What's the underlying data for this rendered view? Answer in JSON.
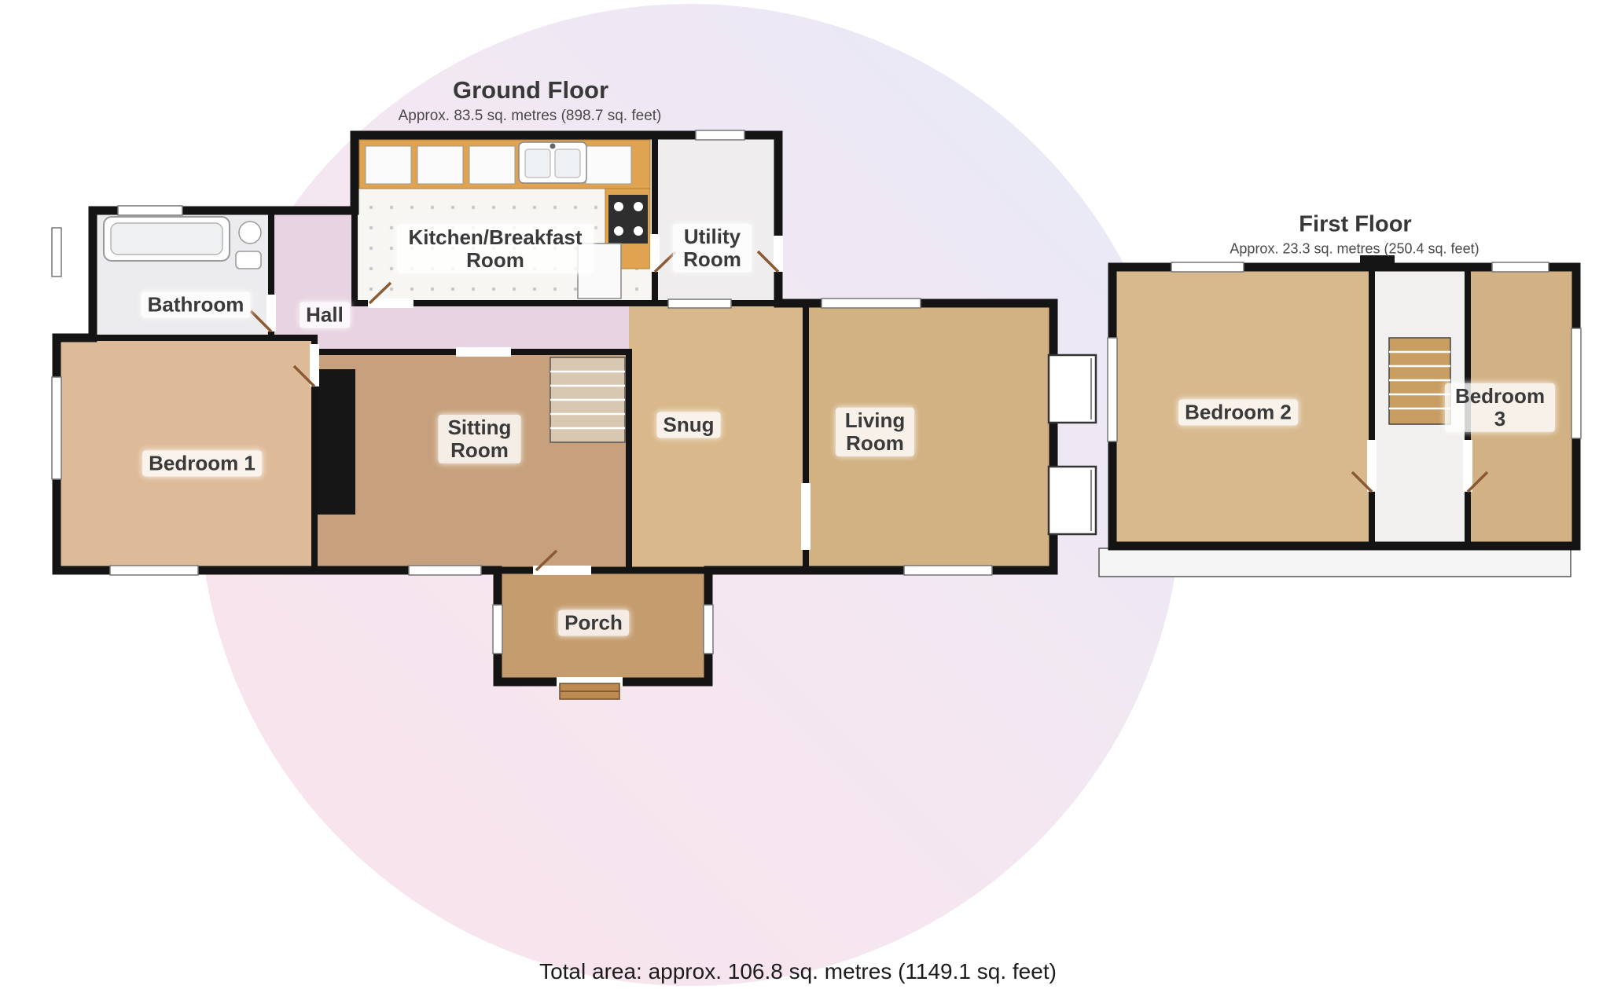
{
  "ground_floor": {
    "title": "Ground Floor",
    "subtitle": "Approx. 83.5 sq. metres (898.7 sq. feet)",
    "rooms": [
      {
        "name": "Kitchen/Breakfast Room"
      },
      {
        "name": "Utility Room"
      },
      {
        "name": "Bathroom"
      },
      {
        "name": "Hall"
      },
      {
        "name": "Bedroom 1"
      },
      {
        "name": "Sitting Room"
      },
      {
        "name": "Snug"
      },
      {
        "name": "Living Room"
      },
      {
        "name": "Porch"
      }
    ]
  },
  "first_floor": {
    "title": "First Floor",
    "subtitle": "Approx. 23.3 sq. metres (250.4 sq. feet)",
    "rooms": [
      {
        "name": "Bedroom 2"
      },
      {
        "name": "Bedroom 3"
      }
    ]
  },
  "footer": {
    "total_area": "Total area: approx. 106.8 sq. metres (1149.1 sq. feet)"
  },
  "style": {
    "wall_color": "#141414",
    "watermark_pink": "#f3c6d4",
    "watermark_blue": "#cdd4f1",
    "floor_tan": "#d6b88c",
    "floor_brown": "#c7a17c",
    "hall_pink": "#e7d3e1",
    "kitchen_counter_orange": "#e0a351",
    "door_brown": "#8a5a33"
  }
}
